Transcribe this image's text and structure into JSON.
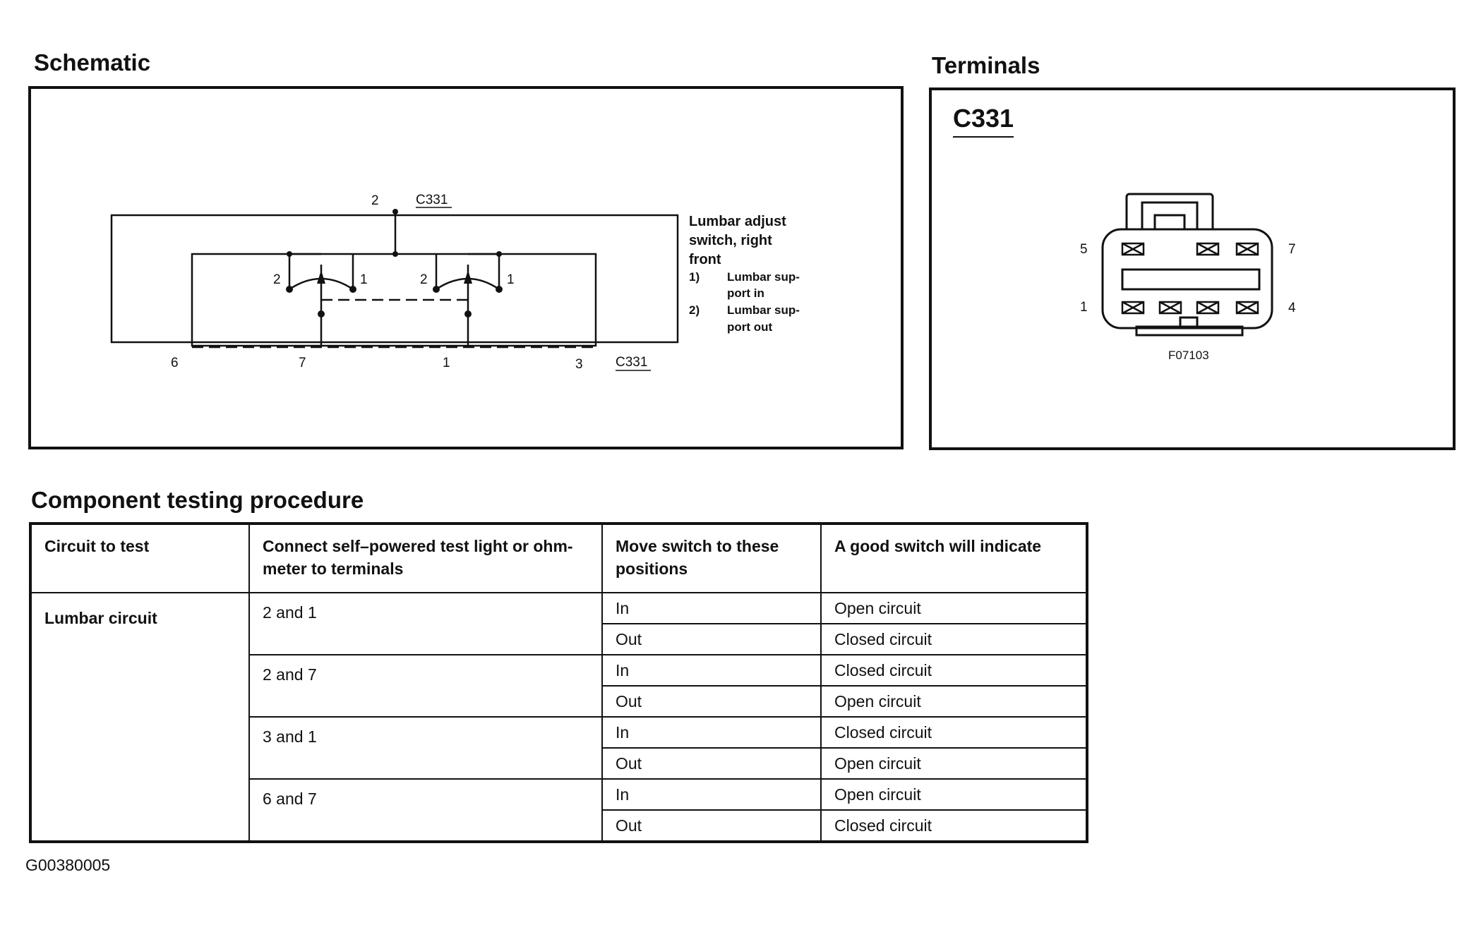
{
  "schematic": {
    "heading": "Schematic",
    "connector_top": {
      "pin": "2",
      "label": "C331"
    },
    "switch_pins": [
      "2",
      "1",
      "2",
      "1"
    ],
    "bottom_pins": [
      "6",
      "7",
      "1",
      "3"
    ],
    "connector_bottom_label": "C331",
    "switch_name": [
      "Lumbar adjust",
      "switch, right",
      "front"
    ],
    "positions": [
      {
        "num": "1)",
        "text": [
          "Lumbar sup-",
          "port in"
        ]
      },
      {
        "num": "2)",
        "text": [
          "Lumbar sup-",
          "port out"
        ]
      }
    ]
  },
  "terminals": {
    "heading": "Terminals",
    "connector": "C331",
    "pins_left": [
      "5",
      "1"
    ],
    "pins_right": [
      "7",
      "4"
    ],
    "figure_id": "F07103"
  },
  "procedure": {
    "heading": "Component testing procedure",
    "columns": [
      "Circuit to test",
      "Connect self–powered test light or ohm- meter to terminals",
      "Move switch to these positions",
      "A good switch will indicate"
    ],
    "circuit": "Lumbar circuit",
    "rows": [
      {
        "terminals": "2 and 1",
        "tests": [
          {
            "position": "In",
            "result": "Open circuit"
          },
          {
            "position": "Out",
            "result": "Closed circuit"
          }
        ]
      },
      {
        "terminals": "2 and 7",
        "tests": [
          {
            "position": "In",
            "result": "Closed circuit"
          },
          {
            "position": "Out",
            "result": "Open circuit"
          }
        ]
      },
      {
        "terminals": "3 and 1",
        "tests": [
          {
            "position": "In",
            "result": "Closed circuit"
          },
          {
            "position": "Out",
            "result": "Open circuit"
          }
        ]
      },
      {
        "terminals": "6 and 7",
        "tests": [
          {
            "position": "In",
            "result": "Open circuit"
          },
          {
            "position": "Out",
            "result": "Closed circuit"
          }
        ]
      }
    ]
  },
  "figure_id": "G00380005"
}
